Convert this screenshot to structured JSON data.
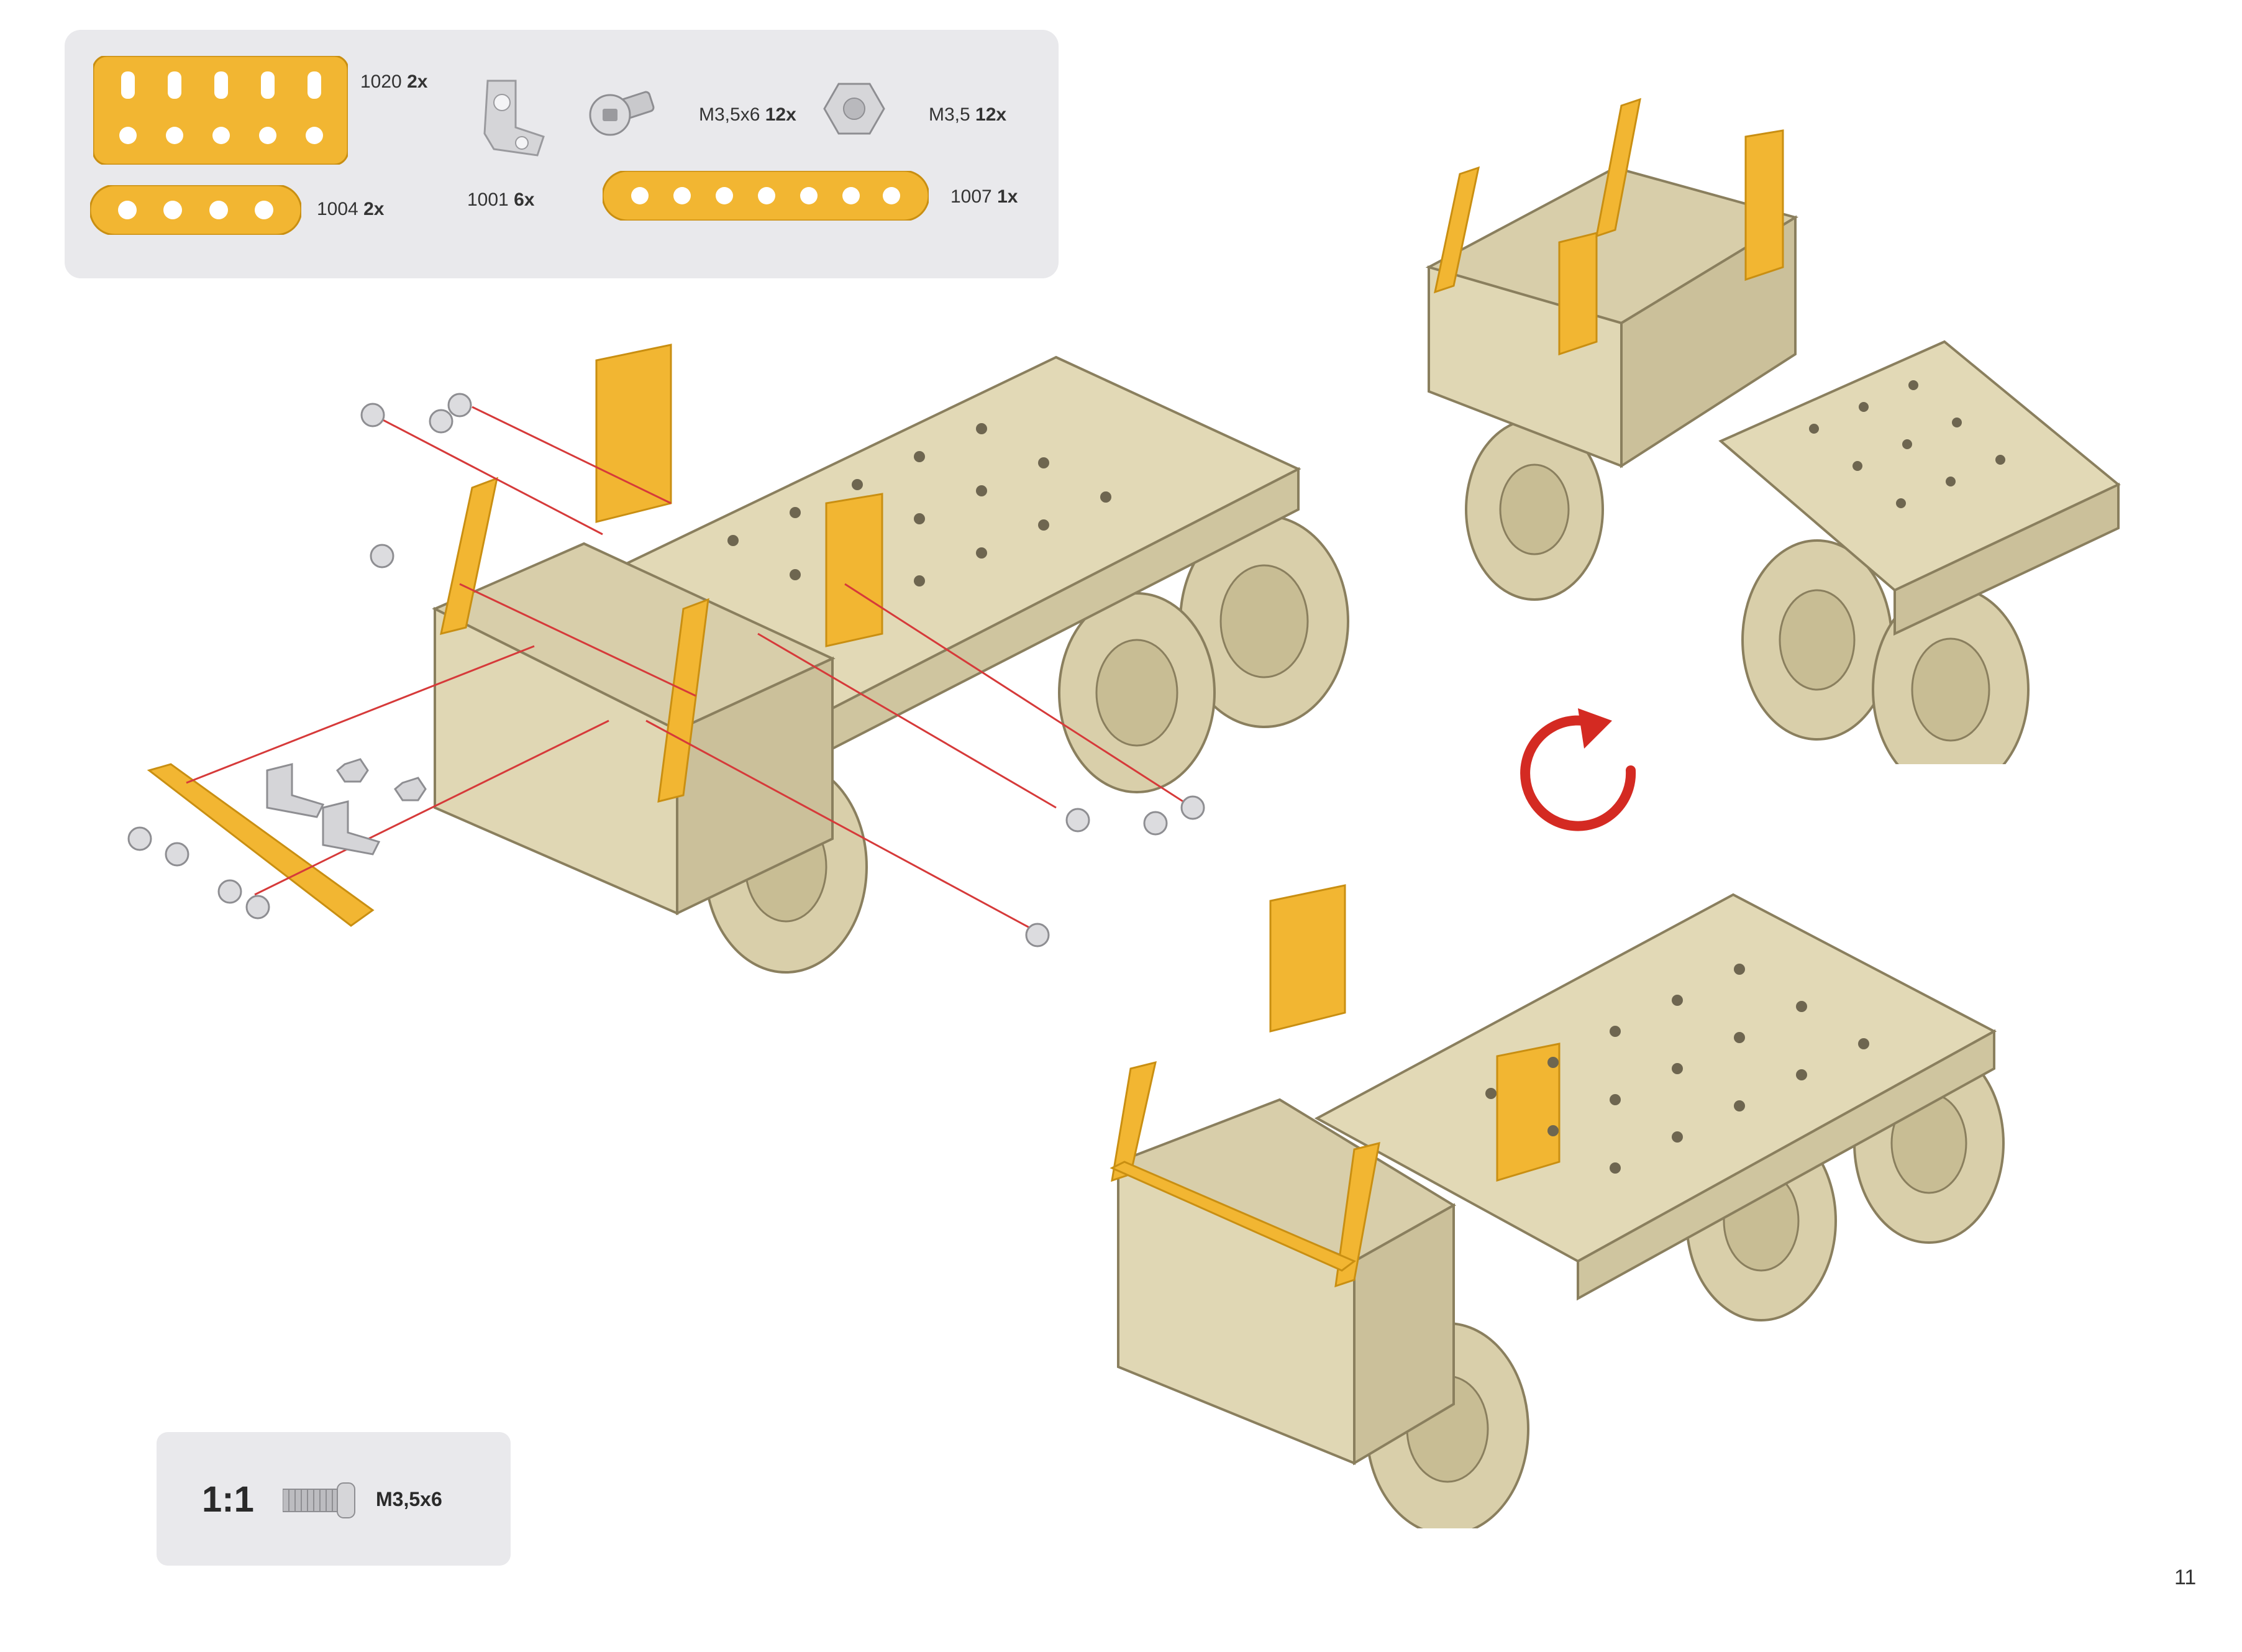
{
  "parts": [
    {
      "id": "1020",
      "qty": "2x"
    },
    {
      "id": "1001",
      "qty": "6x"
    },
    {
      "id": "M3,5x6",
      "qty": "12x"
    },
    {
      "id": "M3,5",
      "qty": "12x"
    },
    {
      "id": "1004",
      "qty": "2x"
    },
    {
      "id": "1007",
      "qty": "1x"
    }
  ],
  "scale": {
    "ratio": "1:1",
    "label": "M3,5x6"
  },
  "page_number": "11",
  "icons": {
    "rotate": "rotate-arrow-icon",
    "screw": "screw-icon",
    "nut": "nut-icon",
    "bracket": "angle-bracket-icon"
  },
  "colors": {
    "accent_yellow": "#f2b632",
    "metal_beige": "#d9cfaa",
    "panel_gray": "#e9e9ec",
    "rotate_red": "#d42a22",
    "guide_red": "#d63a3a"
  }
}
